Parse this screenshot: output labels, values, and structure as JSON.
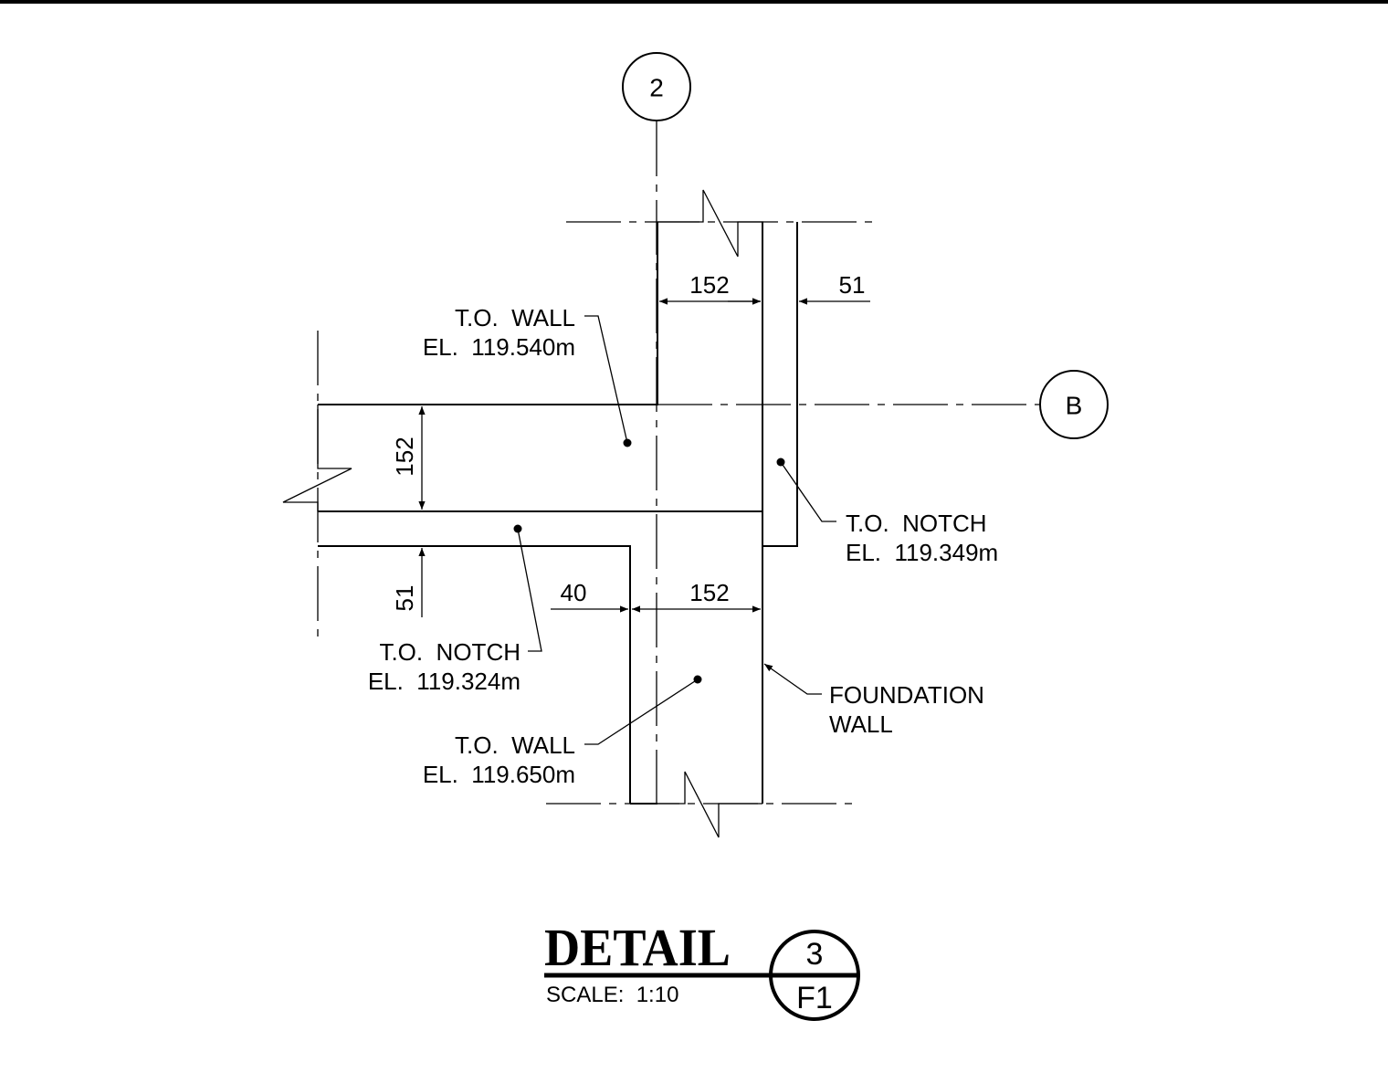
{
  "grid_bubbles": {
    "vertical": "2",
    "horizontal": "B"
  },
  "labels": {
    "to_wall_upper": {
      "line1": "T.O.  WALL",
      "line2": "EL.  119.540m"
    },
    "to_notch_right": {
      "line1": "T.O.  NOTCH",
      "line2": "EL.  119.349m"
    },
    "to_notch_left": {
      "line1": "T.O.  NOTCH",
      "line2": "EL.  119.324m"
    },
    "to_wall_lower": {
      "line1": "T.O.  WALL",
      "line2": "EL.  119.650m"
    },
    "foundation_wall": {
      "line1": "FOUNDATION",
      "line2": "WALL"
    }
  },
  "dimensions": {
    "top_wall_width": "152",
    "top_notch_width": "51",
    "left_wall_width": "152",
    "left_notch_width": "51",
    "bottom_offset": "40",
    "bottom_wall_width": "152"
  },
  "title": {
    "text": "DETAIL",
    "scale": "SCALE:  1:10",
    "detail_number": "3",
    "sheet": "F1"
  }
}
